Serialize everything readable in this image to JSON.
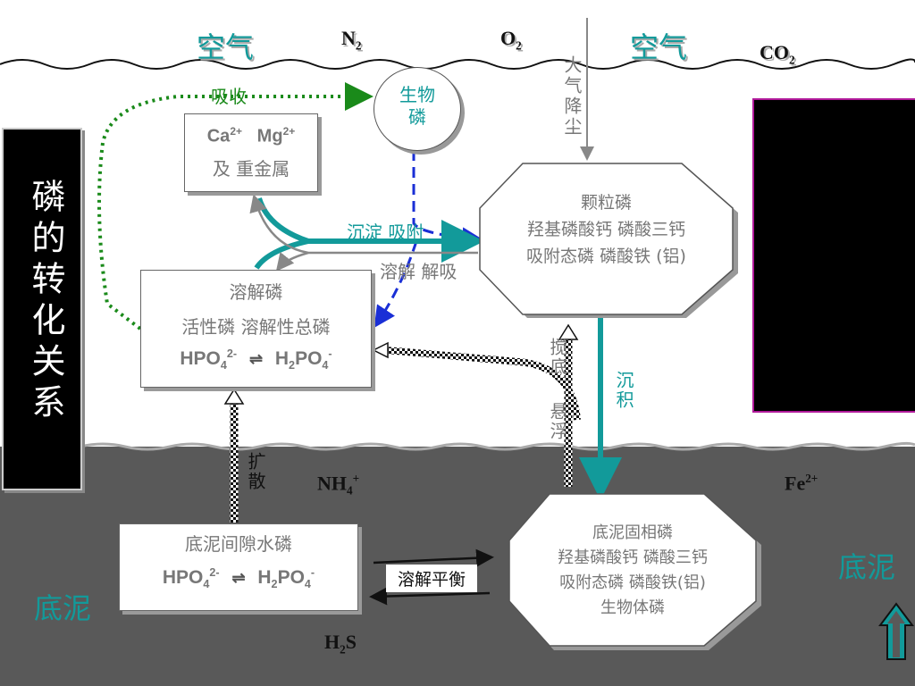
{
  "air_left": "空气",
  "air_right": "空气",
  "n2": {
    "base": "N",
    "sub": "2"
  },
  "o2": {
    "base": "O",
    "sub": "2"
  },
  "co2": {
    "base": "CO",
    "sub": "2"
  },
  "title_vertical": "磷的转化关系",
  "absorb": "吸收",
  "bio_p": [
    "生物",
    "磷"
  ],
  "atmos_dust": "大气降尘",
  "ca_mg": {
    "ca": "Ca",
    "ca_sup": "2+",
    "mg": "Mg",
    "mg_sup": "2+",
    "metals": "及  重金属"
  },
  "precip_adsorb": "沉淀  吸附",
  "dissolve_desorb": "溶解  解吸",
  "particle_p": {
    "title": "颗粒磷",
    "line1": "羟基磷酸钙  磷酸三钙",
    "line2": "吸附态磷  磷酸铁 (铝)"
  },
  "dissolved_p": {
    "title": "溶解磷",
    "line1": "活性磷  溶解性总磷",
    "hpo4": "HPO",
    "hpo4_sub": "4",
    "hpo4_sup": "2-",
    "h2po4_h": "H",
    "h2po4_sub1": "2",
    "h2po4_po": "PO",
    "h2po4_sub2": "4",
    "h2po4_sup": "-"
  },
  "stir_suspend_a": "搅底",
  "stir_suspend_b": "悬浮",
  "deposit": "沉积",
  "diffuse": "扩散",
  "nh4": {
    "base": "NH",
    "sub": "4",
    "sup": "+"
  },
  "fe2": {
    "base": "Fe",
    "sup": "2+"
  },
  "pore_water": {
    "title": "底泥间隙水磷",
    "hpo4": "HPO",
    "hpo4_sub": "4",
    "hpo4_sup": "2-",
    "h2po4_h": "H",
    "h2po4_sub1": "2",
    "h2po4_po": "PO",
    "h2po4_sub2": "4",
    "h2po4_sup": "-"
  },
  "dissolution_eq": "溶解平衡",
  "solid_p": {
    "title": "底泥固相磷",
    "line1": "羟基磷酸钙  磷酸三钙",
    "line2": "吸附态磷  磷酸铁(铝)",
    "line3": "生物体磷"
  },
  "h2s": {
    "h": "H",
    "sub": "2",
    "s": "S"
  },
  "sediment_left": "底泥",
  "sediment_right": "底泥",
  "colors": {
    "teal": "#129a9a",
    "green": "#1a8a1a",
    "blue": "#1a2fd6",
    "magenta": "#b01a9a",
    "sediment": "#595959"
  }
}
